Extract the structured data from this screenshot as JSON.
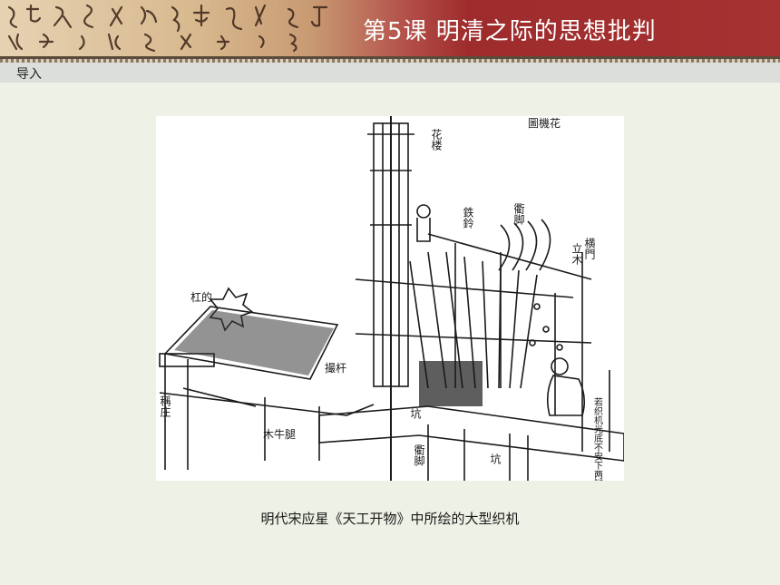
{
  "header": {
    "title": "第5课   明清之际的思想批判"
  },
  "section": {
    "label": "导入"
  },
  "figure": {
    "labels": {
      "top_right": "圖機花",
      "hualou": "花楼",
      "tieling": "鉄鈴",
      "wanguchi": "衢脚",
      "limen": "立木",
      "hengmen": "横門",
      "gangjian": "杠的",
      "chengzhuang": "稱庄",
      "mupai": "木牛腿",
      "fuyang": "撮杆",
      "keng1": "坑",
      "keng2": "坑",
      "qujiao": "衢脚",
      "right_note": "若织机光底不安下两脚"
    }
  },
  "caption": {
    "text": "明代宋应星《天工开物》中所绘的大型织机"
  },
  "colors": {
    "background": "#EEF1E6",
    "banner_red": "#A63232",
    "banner_tan": "#D8B98F",
    "section_bar": "#DCDEDB"
  }
}
